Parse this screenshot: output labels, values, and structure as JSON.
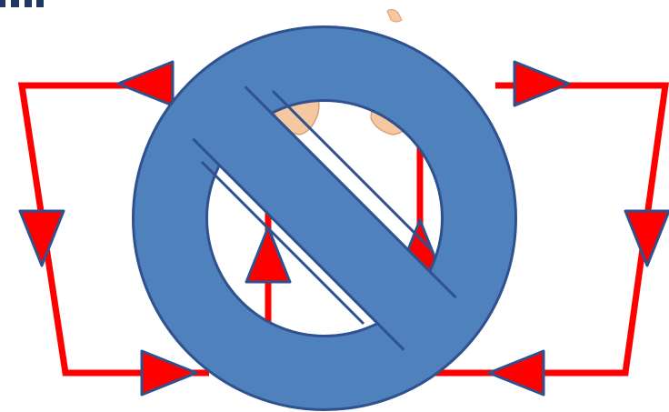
{
  "colors": {
    "background": "#ffffff",
    "wire": "#ff0000",
    "arrow_fill": "#ff0000",
    "arrow_stroke": "#2f528f",
    "prohibition_fill": "#4f81bd",
    "prohibition_stroke": "#2f528f",
    "skin": "#f5c8a2",
    "skin_shadow": "#d9a07a",
    "title_fragment": "#1f3864"
  },
  "symbols": {
    "prohibition": "prohibition-sign-icon",
    "hands": "hands-icon",
    "direction_marker": "triangle-arrow-icon"
  },
  "arrows": [
    {
      "name": "arrow-top-left",
      "direction": "left"
    },
    {
      "name": "arrow-top-right",
      "direction": "right"
    },
    {
      "name": "arrow-left-side",
      "direction": "down"
    },
    {
      "name": "arrow-right-side",
      "direction": "down"
    },
    {
      "name": "arrow-bottom-left",
      "direction": "right"
    },
    {
      "name": "arrow-bottom-right",
      "direction": "left"
    },
    {
      "name": "arrow-center-left",
      "direction": "up"
    },
    {
      "name": "arrow-center-right",
      "direction": "up"
    }
  ]
}
